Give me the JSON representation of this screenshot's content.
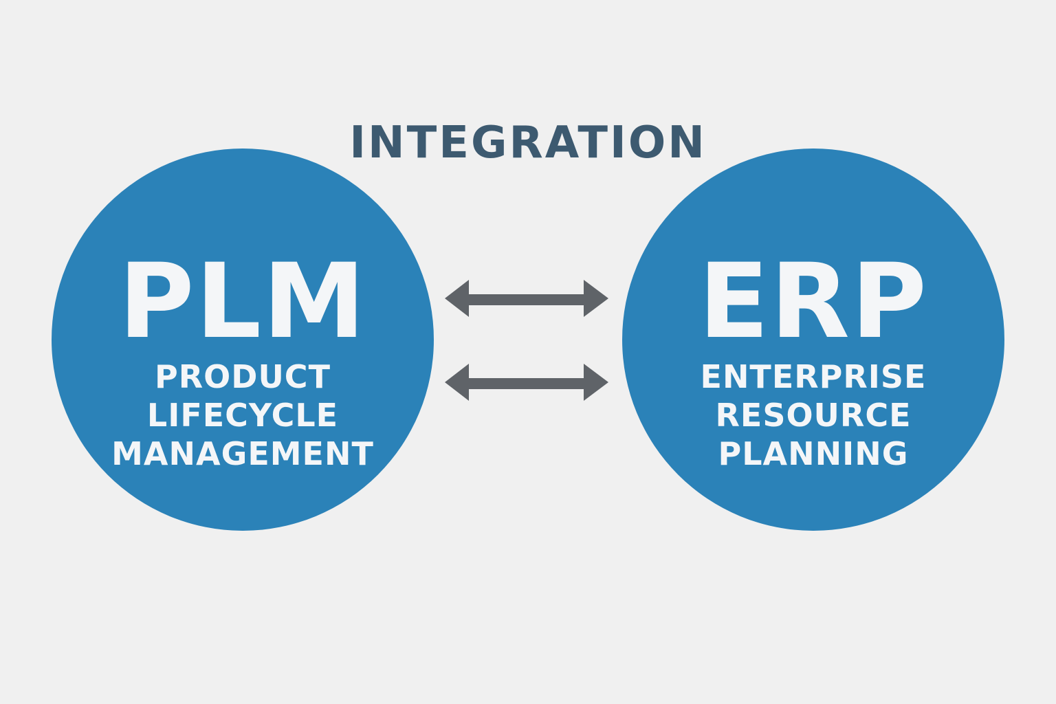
{
  "title": "INTEGRATION",
  "colors": {
    "background": "#f0f0f0",
    "title": "#3d5a70",
    "circle": "#2b82b8",
    "circle_text": "#f4f6f8",
    "arrow": "#5f6368"
  },
  "systems": [
    {
      "acronym": "PLM",
      "name_lines": [
        "PRODUCT",
        "LIFECYCLE",
        "MANAGEMENT"
      ]
    },
    {
      "acronym": "ERP",
      "name_lines": [
        "ENTERPRISE",
        "RESOURCE",
        "PLANNING"
      ]
    }
  ],
  "connectors": [
    {
      "type": "bidirectional-arrow",
      "icon": "double-arrow-icon"
    },
    {
      "type": "bidirectional-arrow",
      "icon": "double-arrow-icon"
    }
  ]
}
